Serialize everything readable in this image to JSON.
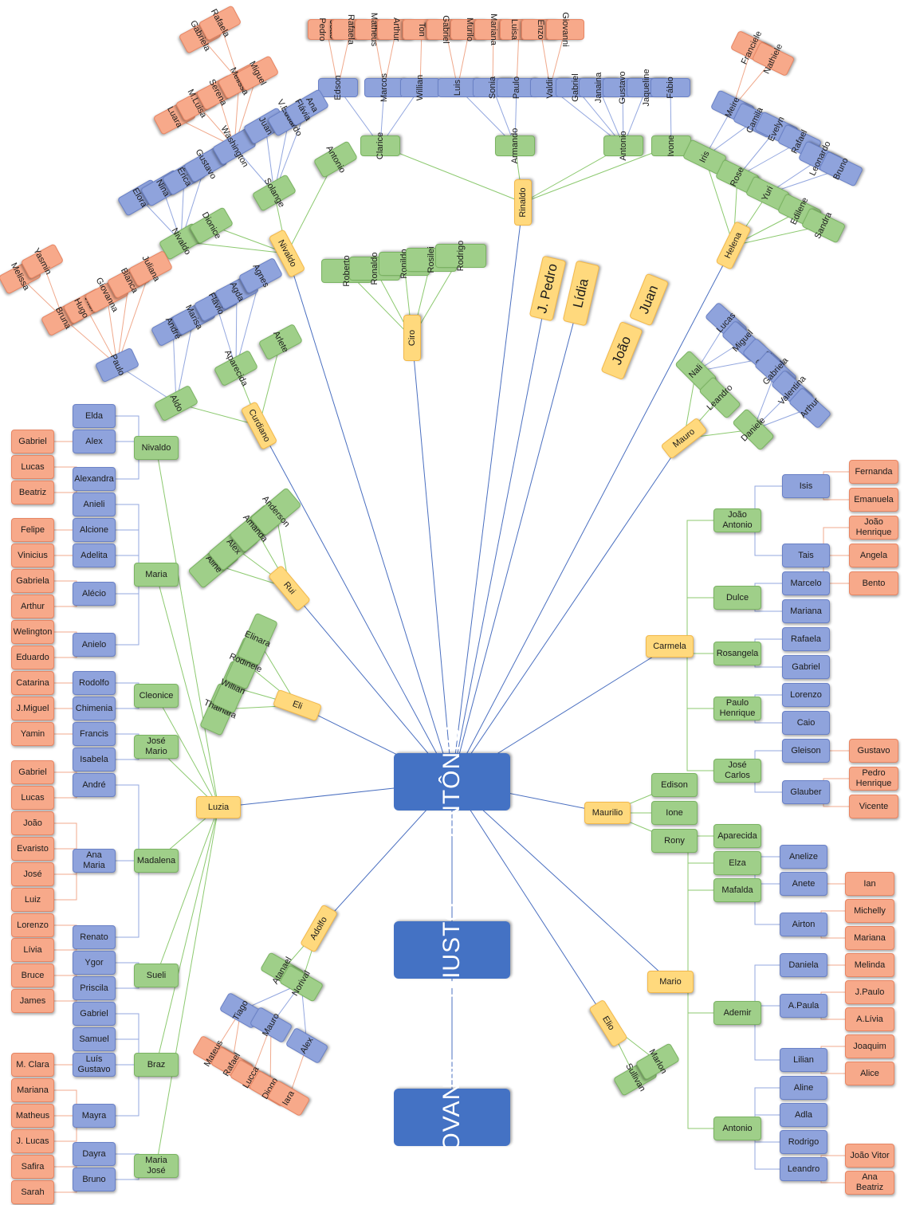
{
  "root": {
    "names": [
      "ANTÔNIO",
      "GIUSTO",
      "GIOVANNI"
    ]
  },
  "children": [
    "Rinaldo",
    "Helena",
    "Nivaldo",
    "Ciro",
    "J. Pedro",
    "Lídia",
    "João",
    "Juan",
    "Curdiano",
    "Mauro",
    "Rui",
    "Eli",
    "Carmela",
    "Luzia",
    "Maurilio",
    "Adolfo",
    "Mario",
    "Elio"
  ],
  "families": {
    "Rinaldo": [
      "Clarice",
      "Armando",
      "Antonio",
      "Ivone"
    ],
    "Clarice": [
      "Edson",
      "Marcos",
      "Willian"
    ],
    "Armando": [
      "Luis",
      "Sonia",
      "Paulo"
    ],
    "Antonio_r": [
      "Valdir",
      "Gabriel",
      "Janaina",
      "Gustavo",
      "Jaqueline"
    ],
    "Ivone": [
      "Fábio"
    ],
    "Edson": [
      "João Pedro",
      "Rafaela"
    ],
    "Marcos": [
      "Matheus",
      "Arthur"
    ],
    "Willian": [
      "Ton"
    ],
    "Luis": [
      "Gabriel",
      "Murilo"
    ],
    "Sonia": [
      "Mariana"
    ],
    "Paulo": [
      "Ana Luisa"
    ],
    "Valdir": [
      "Enzo",
      "Giovanni"
    ],
    "Helena": [
      "Iris",
      "Rose",
      "Yuri",
      "Edilene",
      "Sandra"
    ],
    "Iris": [
      "Meire",
      "Camila"
    ],
    "Rose": [
      "Evelyn",
      "Rafael"
    ],
    "Yuri": [
      "Leonardo",
      "Bruno"
    ],
    "Meire": [
      "Franciele",
      "Nathiele"
    ],
    "Nivaldo": [
      "Nivaldo",
      "Dionice",
      "Solange",
      "Antonio"
    ],
    "Nivaldo2": [
      "Elora",
      "Nina",
      "Érica",
      "Gustavo"
    ],
    "Solange": [
      "Washington",
      "Juan",
      "V.Eduardo",
      "Ana Flávia"
    ],
    "Washington": [
      "Luara",
      "M.Luisa",
      "Serena",
      "Melissa",
      "Miguel"
    ],
    "Melissa": [
      "Gabriela",
      "Rafaela"
    ],
    "Ciro": [
      "Roberto",
      "Ronaldo",
      "Ronildo",
      "Rosilei",
      "Rodrigo"
    ],
    "Curdiano": [
      "Aldo",
      "Aparecida",
      "Arlete"
    ],
    "Aldo": [
      "Paulo",
      "André",
      "Marisa"
    ],
    "Aparecida": [
      "Flávio",
      "Agda",
      "Agnes"
    ],
    "Paulo_c": [
      "Bruna",
      "Vitor Hugo",
      "Giovanna",
      "Bianca",
      "Juliana"
    ],
    "Bruna": [
      "Melissa",
      "Yasmin"
    ],
    "Mauro": [
      "Nali",
      "Leandro",
      "Daniele"
    ],
    "Nali": [
      "Lucas",
      "Miguel",
      "Sara"
    ],
    "Daniele": [
      "Gabriela",
      "Valentina",
      "Arthur"
    ],
    "Rui": [
      "Aline",
      "Alex",
      "Amanda",
      "Anderson"
    ],
    "Eli": [
      "Thainara",
      "Willian",
      "Rodinele",
      "Elinara"
    ],
    "Carmela": [
      "João\nAntonio",
      "Dulce",
      "Rosangela",
      "Paulo\nHenrique",
      "José Carlos"
    ],
    "JoaoAntonio": [
      "Isis",
      "Tais"
    ],
    "Isis": [
      "Fernanda",
      "Emanuela"
    ],
    "Tais": [
      "João\nHenrique",
      "Angela",
      "Bento"
    ],
    "Dulce": [
      "Marcelo",
      "Mariana"
    ],
    "Rosangela": [
      "Rafaela",
      "Gabriel"
    ],
    "PauloHenrique": [
      "Lorenzo",
      "Caio"
    ],
    "JoseCarlos": [
      "Gleison",
      "Glauber"
    ],
    "Gleison": [
      "Gustavo"
    ],
    "Glauber": [
      "Pedro\nHenrique",
      "Vicente"
    ],
    "Maurilio": [
      "Edison",
      "Ione",
      "Rony"
    ],
    "Mario": [
      "Aparecida",
      "Elza",
      "Mafalda",
      "Ademir",
      "Antonio"
    ],
    "Mafalda": [
      "Anelize",
      "Anete",
      "Airton"
    ],
    "Anete": [
      "Ian"
    ],
    "Airton": [
      "Michelly",
      "Mariana"
    ],
    "Ademir": [
      "Daniela",
      "A.Paula",
      "Lilian"
    ],
    "Daniela": [
      "Melinda"
    ],
    "APaula": [
      "J.Paulo",
      "A.Lívia"
    ],
    "Lilian": [
      "Joaquim",
      "Alice"
    ],
    "Antonio_m": [
      "Aline",
      "Adla",
      "Rodrigo",
      "Leandro"
    ],
    "Leandro": [
      "João Vitor",
      "Ana Beatriz"
    ],
    "Elio": [
      "Sullivan",
      "Marlon"
    ],
    "Adolfo": [
      "Atanael",
      "Norival"
    ],
    "Norival": [
      "Tiago",
      "Mauro",
      "Alex"
    ],
    "Tiago": [
      "Mateus",
      "Rafael"
    ],
    "Mauro_a": [
      "Lucca",
      "Diogo"
    ],
    "Alex": [
      "Iara"
    ],
    "Luzia": [
      "Nivaldo",
      "Maria",
      "Cleonice",
      "José Mario",
      "Madalena",
      "Sueli",
      "Braz",
      "Maria José"
    ],
    "NivaldoL": [
      "Elda",
      "Alex",
      "Alexandra"
    ],
    "AlexL": [
      "Gabriel"
    ],
    "Alexandra": [
      "Lucas",
      "Beatriz"
    ],
    "Maria": [
      "Anieli",
      "Alcione",
      "Adelita",
      "Alécio",
      "Anielo"
    ],
    "Alcione": [
      "Felipe"
    ],
    "Adelita": [
      "Vinicius"
    ],
    "Alecio": [
      "Gabriela",
      "Arthur"
    ],
    "Anielo": [
      "Welington",
      "Eduardo"
    ],
    "Cleonice": [
      "Rodolfo",
      "Chimenia"
    ],
    "Rodolfo": [
      "Catarina"
    ],
    "Chimenia": [
      "J.Miguel"
    ],
    "JoseMario": [
      "Francis",
      "Isabela"
    ],
    "Francis": [
      "Yamin"
    ],
    "Madalena": [
      "André",
      "Ana Maria",
      "Renato"
    ],
    "Andre": [
      "Gabriel",
      "Lucas"
    ],
    "AnaMaria": [
      "João",
      "Evaristo",
      "José",
      "Luiz"
    ],
    "Renato": [
      "Lorenzo",
      "Lívia"
    ],
    "Sueli": [
      "Ygor",
      "Priscila"
    ],
    "Priscila": [
      "Bruce",
      "James"
    ],
    "Braz": [
      "Gabriel",
      "Samuel",
      "Luís\nGustavo",
      "Mayra"
    ],
    "LuisGustavo": [
      "M. Clara"
    ],
    "Mayra": [
      "Mariana",
      "Matheus",
      "J. Lucas"
    ],
    "MariaJose": [
      "Dayra",
      "Bruno"
    ],
    "Bruno": [
      "Safira",
      "Sarah"
    ]
  }
}
